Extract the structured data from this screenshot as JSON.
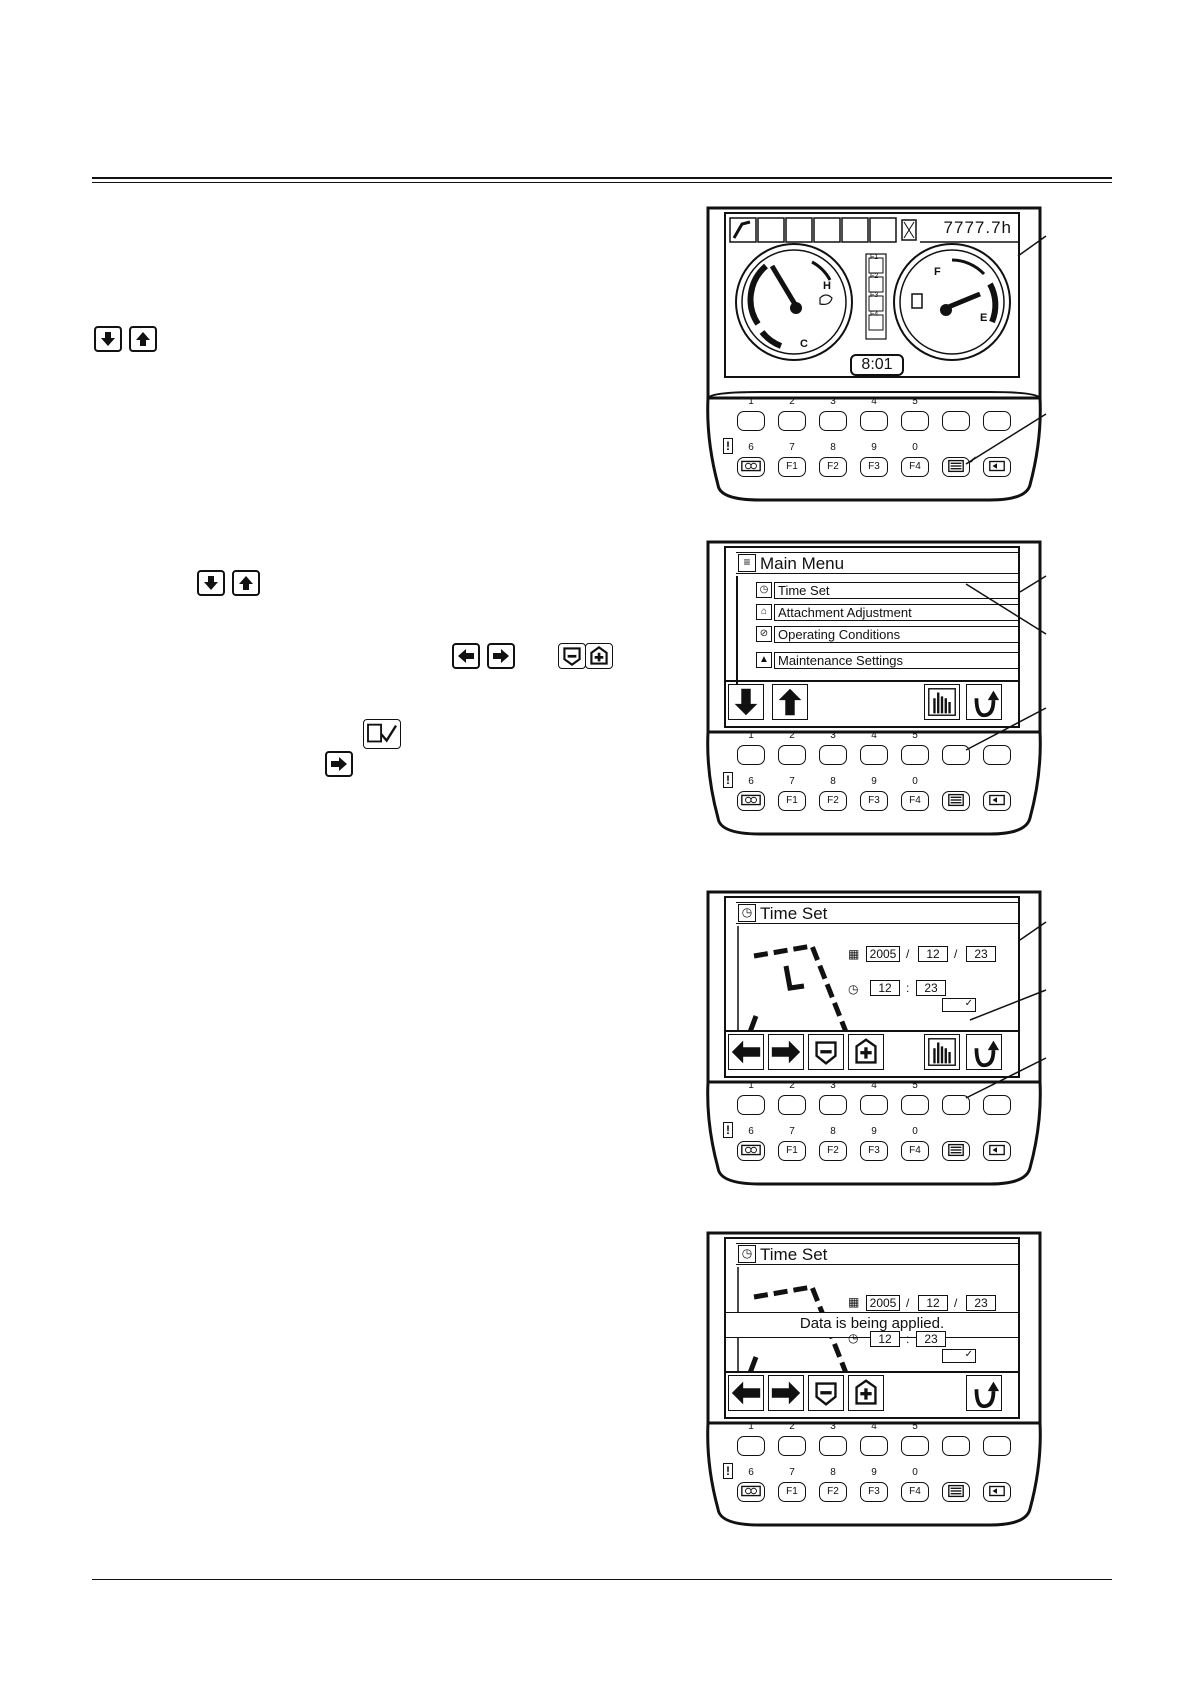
{
  "monitor1": {
    "hour_meter": "7777.7h",
    "clock": "8:01",
    "temp_gauge_labels": [
      "H",
      "C"
    ],
    "fuel_gauge_labels": [
      "F",
      "E"
    ],
    "side_keys": [
      "F1",
      "F2",
      "F3",
      "F4"
    ],
    "row1_numbers": [
      "1",
      "2",
      "3",
      "4",
      "5"
    ],
    "row2_labels": [
      "6",
      "7",
      "8",
      "9",
      "0"
    ],
    "row2_buttons": [
      "F1",
      "F2",
      "F3",
      "F4"
    ]
  },
  "monitor2": {
    "title": "Main Menu",
    "items": [
      "Time Set",
      "Attachment Adjustment",
      "Operating Conditions",
      "Maintenance Settings"
    ],
    "row1_numbers": [
      "1",
      "2",
      "3",
      "4",
      "5"
    ],
    "row2_labels": [
      "6",
      "7",
      "8",
      "9",
      "0"
    ],
    "row2_buttons": [
      "F1",
      "F2",
      "F3",
      "F4"
    ]
  },
  "monitor3": {
    "title": "Time Set",
    "year": "2005",
    "month": "12",
    "day": "23",
    "hour": "12",
    "minute": "23",
    "date_sep": "/",
    "time_sep": ":",
    "row1_numbers": [
      "1",
      "2",
      "3",
      "4",
      "5"
    ],
    "row2_labels": [
      "6",
      "7",
      "8",
      "9",
      "0"
    ],
    "row2_buttons": [
      "F1",
      "F2",
      "F3",
      "F4"
    ]
  },
  "monitor4": {
    "title": "Time Set",
    "year": "2005",
    "month": "12",
    "day": "23",
    "hour": "12",
    "minute": "23",
    "date_sep": "/",
    "time_sep": ":",
    "banner": "Data is being applied.",
    "row1_numbers": [
      "1",
      "2",
      "3",
      "4",
      "5"
    ],
    "row2_labels": [
      "6",
      "7",
      "8",
      "9",
      "0"
    ],
    "row2_buttons": [
      "F1",
      "F2",
      "F3",
      "F4"
    ]
  }
}
